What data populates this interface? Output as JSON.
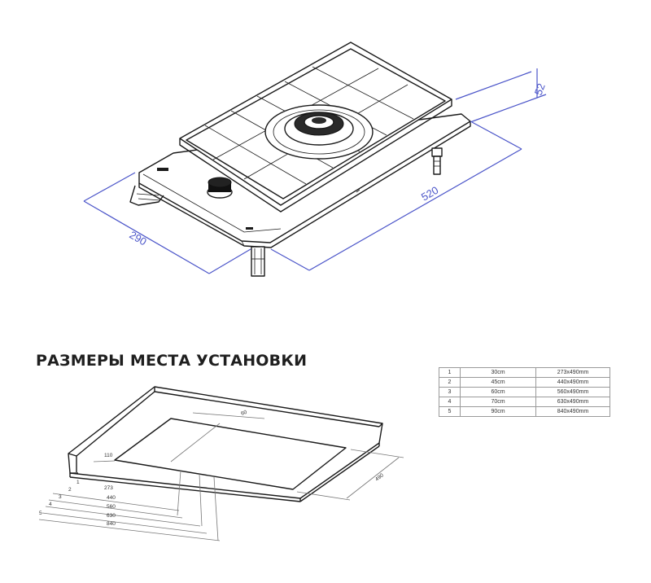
{
  "product_drawing": {
    "dimensions": {
      "width": "290",
      "depth": "520",
      "height": "52"
    }
  },
  "installation": {
    "title": "РАЗМЕРЫ МЕСТА УСТАНОВКИ",
    "cutout_depth": "490",
    "offset": "110",
    "back_offset": "60",
    "row_labels": [
      "1",
      "2",
      "3",
      "4",
      "5"
    ],
    "width_labels": [
      "273",
      "440",
      "560",
      "630",
      "840"
    ]
  },
  "size_table": {
    "rows": [
      {
        "n": "1",
        "size": "30cm",
        "cutout": "273x490mm"
      },
      {
        "n": "2",
        "size": "45cm",
        "cutout": "440x490mm"
      },
      {
        "n": "3",
        "size": "60cm",
        "cutout": "560x490mm"
      },
      {
        "n": "4",
        "size": "70cm",
        "cutout": "630x490mm"
      },
      {
        "n": "5",
        "size": "90cm",
        "cutout": "840x490mm"
      }
    ]
  }
}
